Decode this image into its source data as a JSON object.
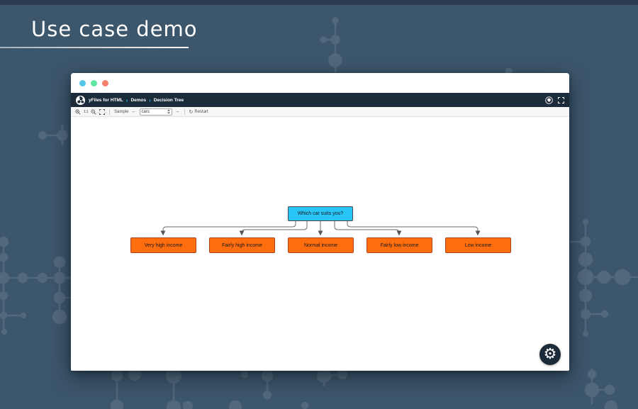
{
  "page": {
    "title": "Use case demo"
  },
  "browser": {
    "traffic_lights": [
      {
        "name": "blue",
        "color": "#55c6e8"
      },
      {
        "name": "green",
        "color": "#5fe5a2"
      },
      {
        "name": "red",
        "color": "#f5806e"
      }
    ],
    "navbar": {
      "app_title": "yFiles for HTML",
      "crumb_demos": "Demos",
      "crumb_page": "Decision Tree",
      "separator": "›"
    },
    "toolbar": {
      "zoom_reset_label": "1:1",
      "sample_label": "Sample",
      "prev_arrow": "←",
      "sample_value": "cars",
      "next_arrow": "→",
      "restart_icon": "↻",
      "restart_label": "Restart"
    },
    "gear_icon_glyph": "⚙"
  },
  "tree": {
    "root": {
      "label": "Which car suits you?",
      "fill": "#29c5f7"
    },
    "children": [
      {
        "label": "Very high income"
      },
      {
        "label": "Fairly high income"
      },
      {
        "label": "Normal income"
      },
      {
        "label": "Fairly low income"
      },
      {
        "label": "Low income"
      }
    ],
    "child_fill": "#ff6e0e",
    "edge_color": "#6b6b6b"
  },
  "colors": {
    "page_background": "#3c566b",
    "top_strip": "#2b3b4d",
    "navbar_background": "#1c2b3a",
    "accent_cyan": "#25c6f0",
    "pattern": "#52687c"
  }
}
